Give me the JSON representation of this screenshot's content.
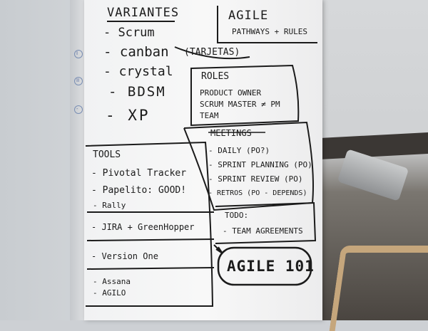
{
  "variantes": {
    "title": "VARIANTES",
    "items": [
      "- Scrum",
      "- canban",
      "(TARJETAS)",
      "- crystal",
      "- BDSM",
      "- XP"
    ]
  },
  "agile": {
    "title": "AGILE",
    "subtitle": "PATHWAYS + RULES"
  },
  "roles": {
    "title": "ROLES",
    "items": [
      "PRODUCT OWNER",
      "SCRUM MASTER ≠ PM",
      "TEAM"
    ]
  },
  "meetings": {
    "title": "MEETINGS",
    "items": [
      "- DAILY (PO?)",
      "- SPRINT PLANNING (PO)",
      "- SPRINT REVIEW (PO)",
      "- RETROS (PO - DEPENDS)"
    ]
  },
  "tools": {
    "title": "TOOLS",
    "items": [
      "- Pivotal Tracker",
      "- Papelito: GOOD!",
      "- Rally",
      "- JIRA + GreenHopper",
      "- Version One",
      "- Assana",
      "- AGILO"
    ]
  },
  "todo": {
    "title": "TODO:",
    "items": [
      "- TEAM AGREEMENTS"
    ]
  },
  "banner": {
    "text": "AGILE 101"
  },
  "margin_marks": [
    "I",
    "II",
    "-"
  ]
}
